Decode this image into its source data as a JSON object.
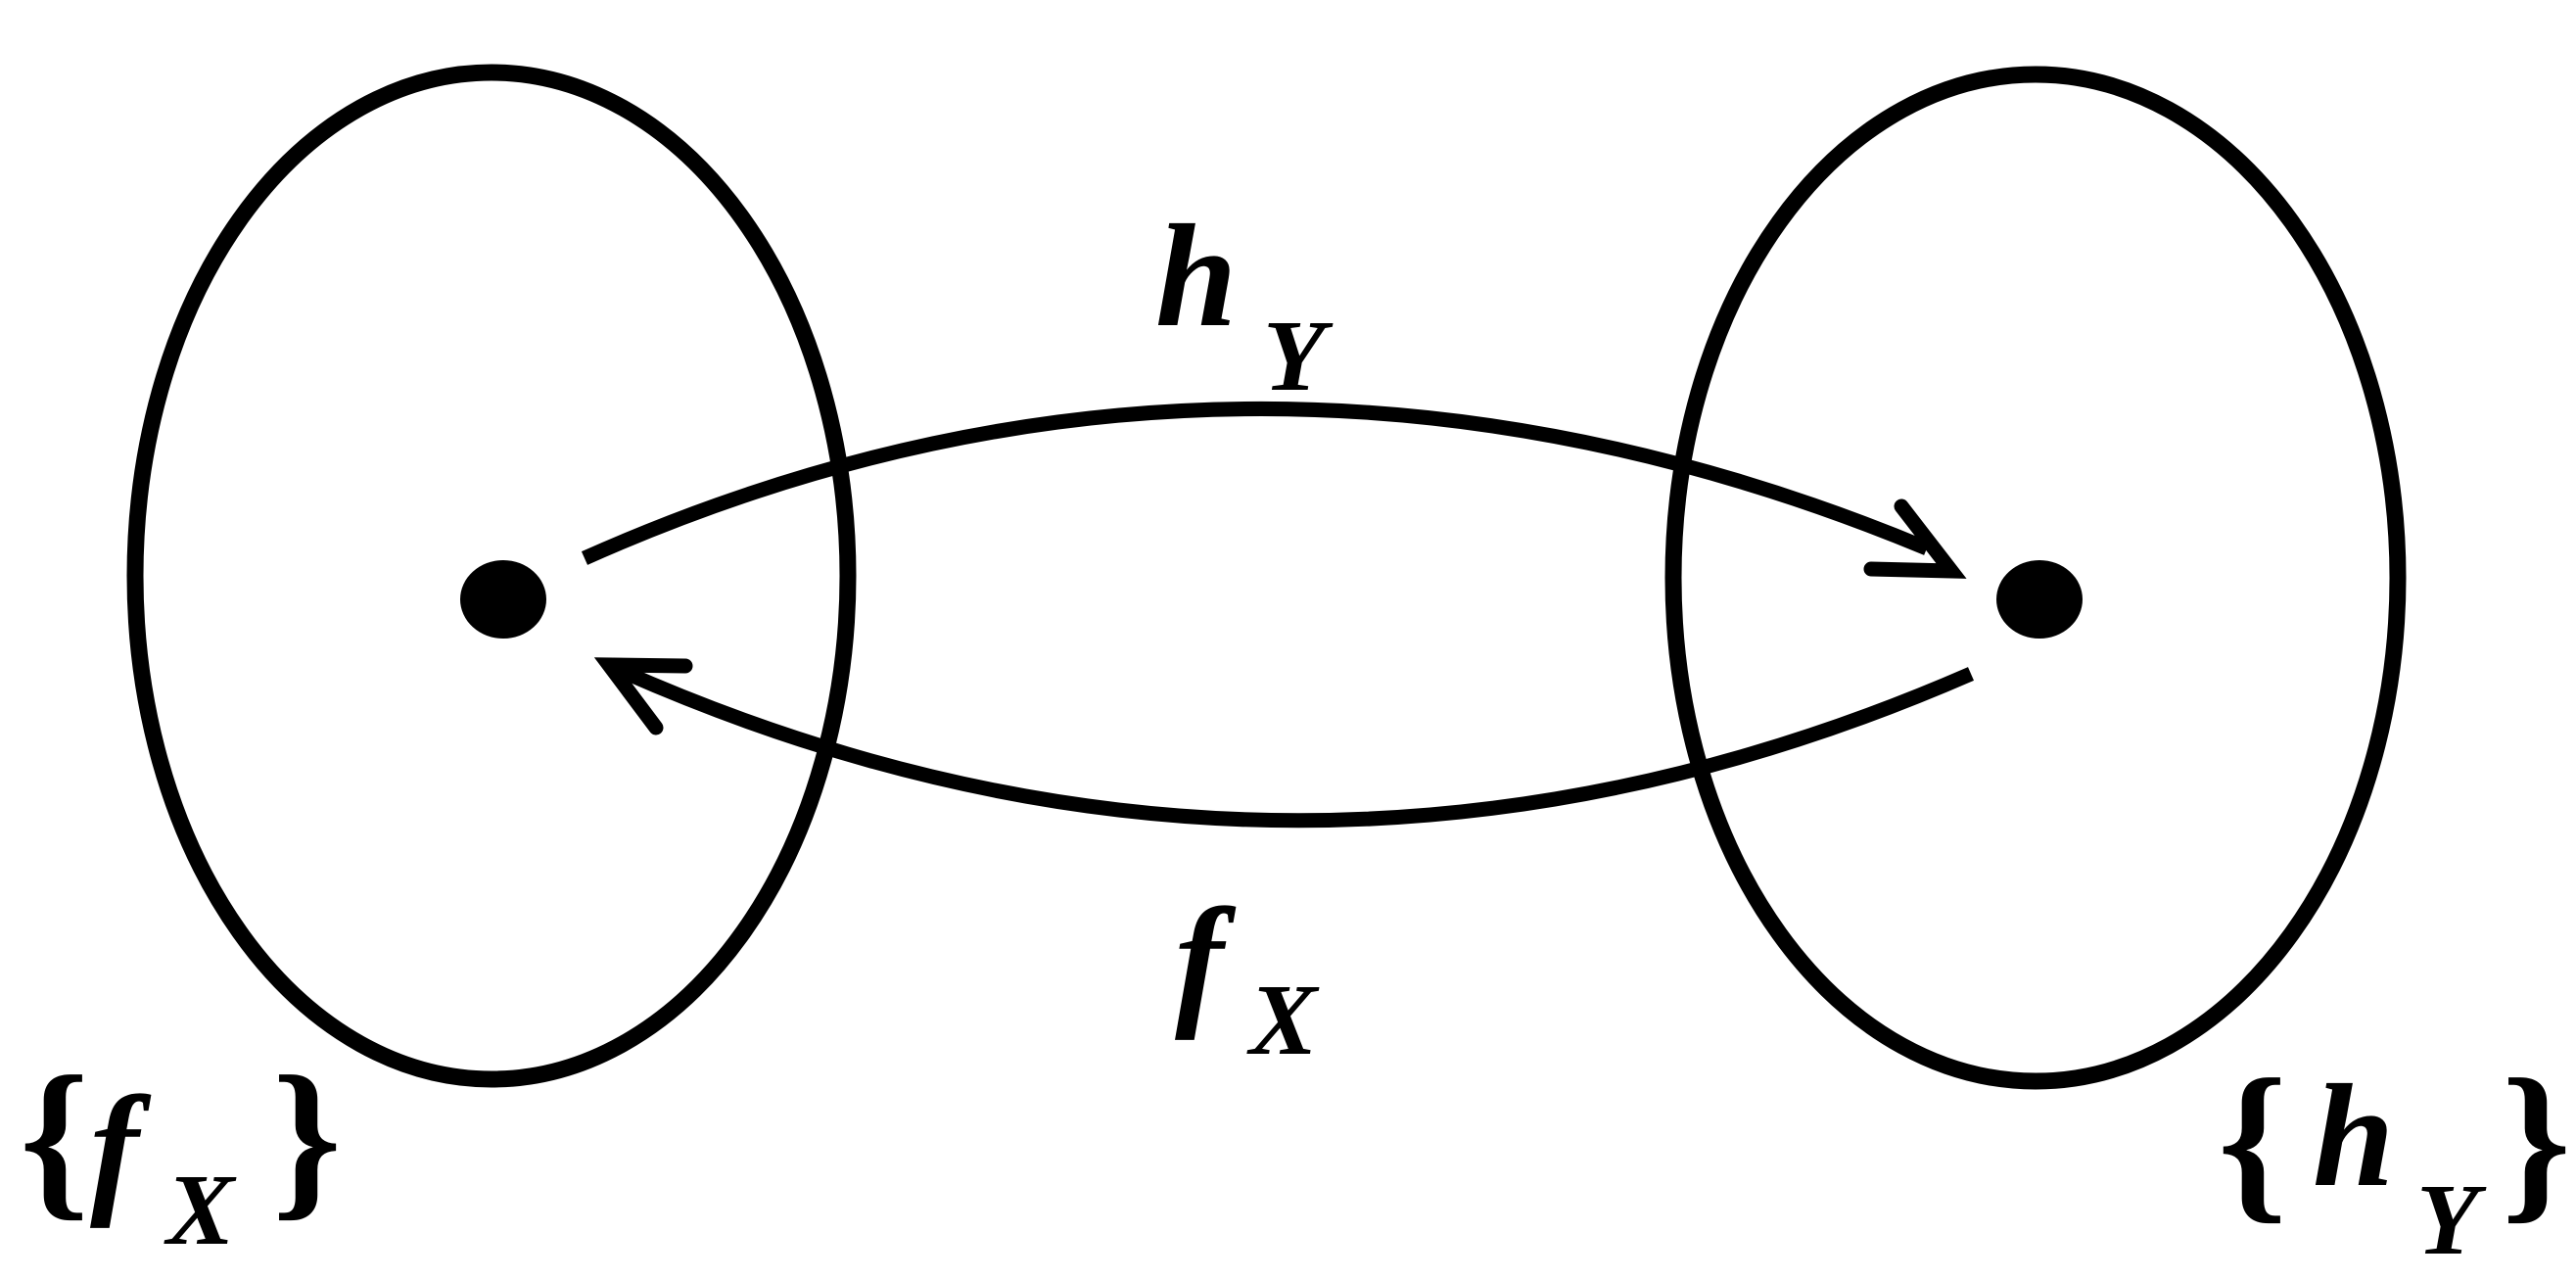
{
  "labels": {
    "top_arrow_main": "h",
    "top_arrow_sub": "Y",
    "bottom_arrow_main": "f",
    "bottom_arrow_sub": "X",
    "left_set_open": "{",
    "left_set_main": "f",
    "left_set_sub": "X",
    "left_set_close": "}",
    "right_set_open": "{",
    "right_set_main": "h",
    "right_set_sub": "Y",
    "right_set_close": "}"
  },
  "colors": {
    "stroke": "#000000",
    "background": "#ffffff"
  }
}
